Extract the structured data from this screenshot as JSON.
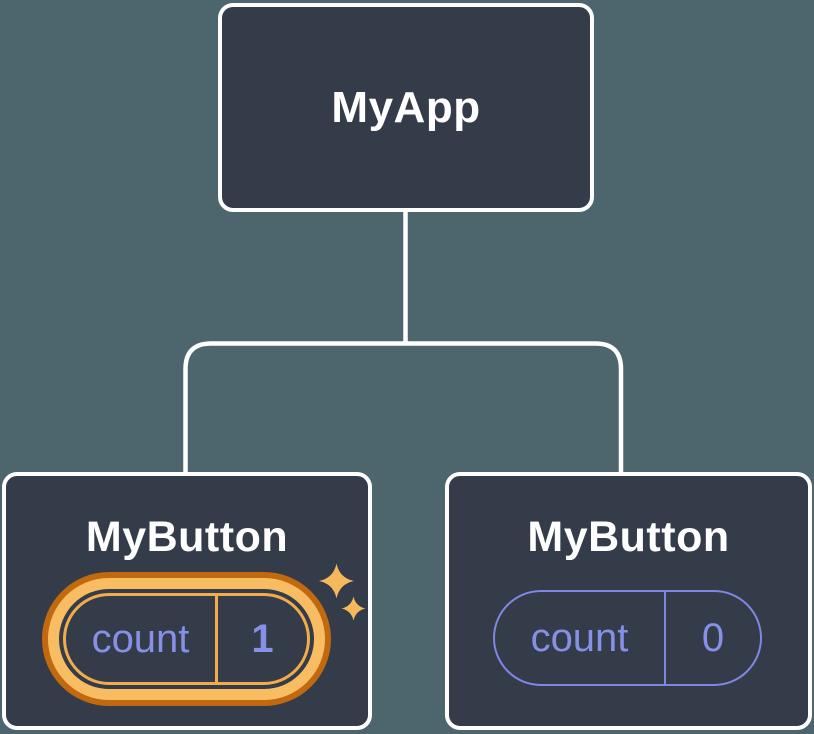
{
  "diagram": {
    "root": {
      "label": "MyApp"
    },
    "children": [
      {
        "label": "MyButton",
        "state": {
          "key": "count",
          "value": "1"
        },
        "highlighted": true
      },
      {
        "label": "MyButton",
        "state": {
          "key": "count",
          "value": "0"
        },
        "highlighted": false
      }
    ]
  },
  "colors": {
    "background": "#4D666D",
    "node-fill": "#343B49",
    "node-border": "#FFFFFF",
    "title-text": "#FFFFFF",
    "state-text": "#8790E7",
    "state-border": "#7E87E3",
    "highlight-gold": "#F8BD62",
    "highlight-orange": "#C0690F",
    "highlight-pill-border": "#F2AC4B",
    "sparkle": "#F5B95C",
    "connector": "#FFFFFF"
  }
}
